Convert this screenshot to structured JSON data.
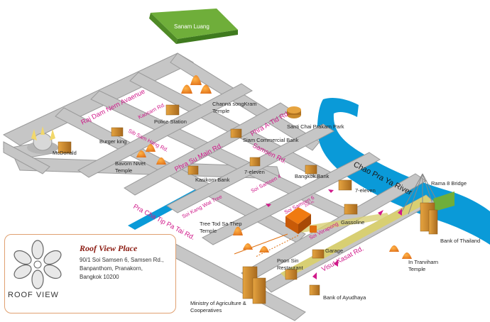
{
  "park": {
    "label": "Sanam Luang"
  },
  "roads": {
    "raj_dam_nern": "Raj Dam Nern Avaenue",
    "kaosarn": "Kaosarn Rd.",
    "sib_sam_hang": "Sib Sam Hang Rd.",
    "phra_a_tid": "Phra A-Tid Rd.",
    "samsen": "Samsen Rd.",
    "phra_su_main": "Phra Su Main Rd.",
    "soi_samsen_4": "Soi Samsen 4",
    "soi_samsen_6": "Soi Samsen 6",
    "soi_kang_wat": "Soi Kang Wat Tree",
    "pra_cha_tip": "Pra Cha Tip Pa Tai Rd.",
    "soi_vorapong": "Soi Vorapong",
    "visut_kasat": "Visut Kasat Rd.",
    "distance": "200 m."
  },
  "river": {
    "label": "Chao Pra Ya River"
  },
  "landmarks": {
    "channa": "Channa songKram",
    "channa2": "Temple",
    "police": "Police Station",
    "santi": "Santi Chai Prakarn Park",
    "mcdonald": "McDonald",
    "burger": "Burger king",
    "siam": "Siam Commercial Bank",
    "bavorn": "Bavorn Nivet",
    "bavorn2": "Temple",
    "kasikorn": "Kasikorn Bank",
    "seven1": "7-eleven",
    "bangkok_bank": "Bangkok Bank",
    "seven2": "7-eleven",
    "rama8": "Rama 8 Bridge",
    "gassoline": "Gassoline",
    "tree_tod": "Tree Tod Sa Thep",
    "tree_tod2": "Temple",
    "garage": "Garage",
    "poon_sin": "Poon Sin",
    "poon_sin2": "Restaurant",
    "bank_thailand": "Bank of Thailand",
    "in_trarviharn": "In Trarviharn",
    "in_trarviharn2": "Temple",
    "ayudhaya": "Bank of Ayudhaya",
    "ministry": "Ministry of Agriculture &",
    "ministry2": "Cooperatives"
  },
  "info": {
    "logo_text": "ROOF   VIEW",
    "name": "Roof View Place",
    "address_lines": [
      "90/1 Soi Samsen 6, Samsen Rd.,",
      "Banpanthom, Pranakorn,",
      "Bangkok 10200"
    ]
  },
  "colors": {
    "road": "#c6c6c6",
    "road_side": "#9a9a9a",
    "river": "#0a9ad8",
    "park": "#6fae3a",
    "building": "#c98a2c",
    "temple": "#f08a1e",
    "highlight_route": "#d8cf73",
    "label_pink": "#d0198a"
  }
}
